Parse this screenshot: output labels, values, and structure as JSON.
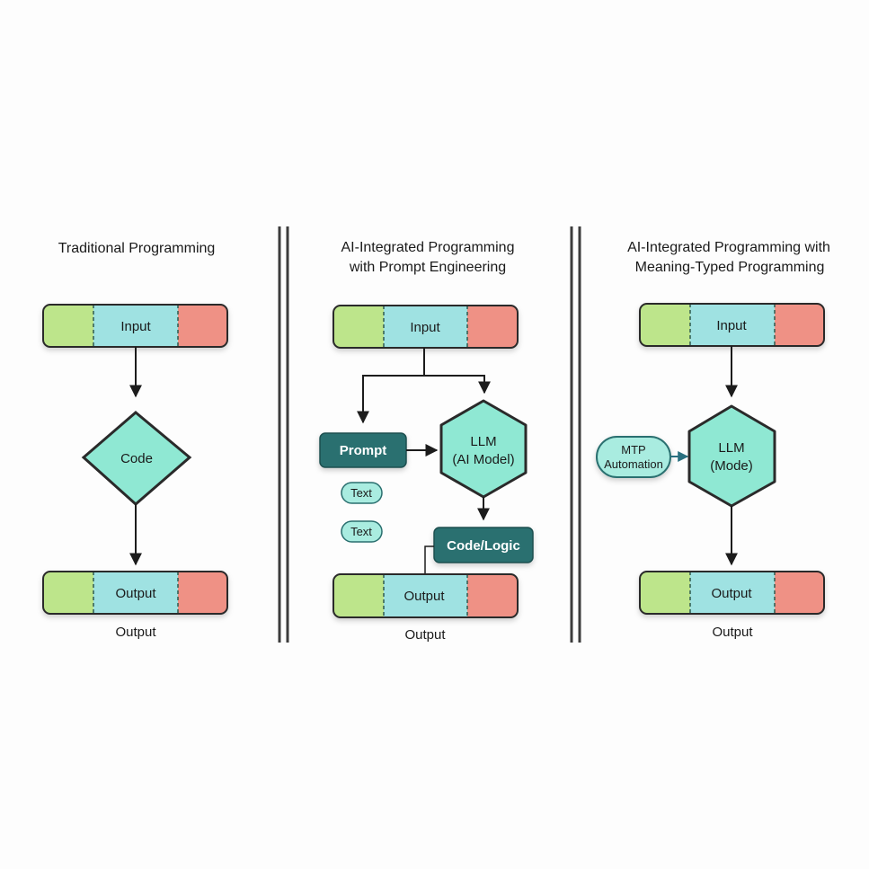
{
  "colors": {
    "green": "#bde58b",
    "cyan": "#9fe2e2",
    "red": "#ef9185",
    "mint": "#8fe8d3",
    "teal_dark": "#2a6f6f",
    "pill_fill": "#a9ece0",
    "stroke": "#2a2a2a",
    "arrow_teal": "#2a7080"
  },
  "panels": [
    {
      "title_lines": [
        "Traditional Programming"
      ],
      "input_label": "Input",
      "center_label": "Code",
      "output_label": "Output",
      "output_caption": "Output"
    },
    {
      "title_lines": [
        "AI-Integrated Programming",
        "with Prompt Engineering"
      ],
      "input_label": "Input",
      "prompt_label": "Prompt",
      "llm_lines": [
        "LLM",
        "(AI Model)"
      ],
      "text_pills": [
        "Text",
        "Text"
      ],
      "code_logic_label": "Code/Logic",
      "output_label": "Output",
      "output_caption": "Output"
    },
    {
      "title_lines": [
        "AI-Integrated Programming with",
        "Meaning-Typed Programming"
      ],
      "input_label": "Input",
      "mtp_lines": [
        "MTP",
        "Automation"
      ],
      "llm_lines": [
        "LLM",
        "(Mode)"
      ],
      "output_label": "Output",
      "output_caption": "Output"
    }
  ]
}
